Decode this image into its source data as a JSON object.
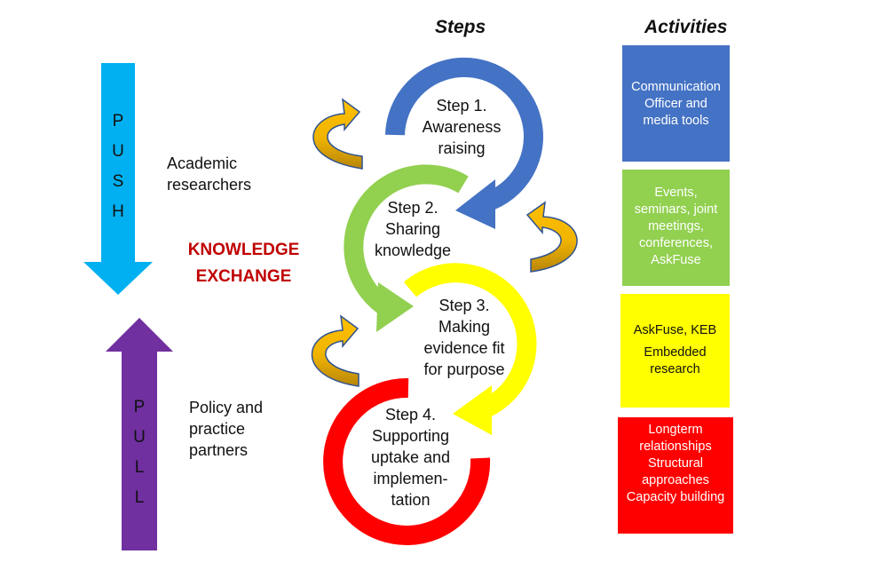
{
  "headers": {
    "steps": "Steps",
    "activities": "Activities"
  },
  "push": {
    "letters": [
      "P",
      "U",
      "S",
      "H"
    ],
    "label": [
      "Academic",
      "researchers"
    ],
    "color": "#00b0f0"
  },
  "pull": {
    "letters": [
      "P",
      "U",
      "L",
      "L"
    ],
    "label": [
      "Policy and",
      "practice",
      "partners"
    ],
    "color": "#7030a0"
  },
  "knowledge_exchange": [
    "KNOWLEDGE",
    "EXCHANGE"
  ],
  "steps": [
    {
      "lines": [
        "Step 1.",
        "Awareness",
        "raising"
      ],
      "color": "#4472c4"
    },
    {
      "lines": [
        "Step 2.",
        "Sharing",
        "knowledge"
      ],
      "color": "#92d050"
    },
    {
      "lines": [
        "Step 3.",
        "Making",
        "evidence fit",
        "for purpose"
      ],
      "color": "#ffff00"
    },
    {
      "lines": [
        "Step 4.",
        "Supporting",
        "uptake and",
        "implemen-",
        "tation"
      ],
      "color": "#ff0000"
    }
  ],
  "activities": [
    {
      "lines": [
        "Communication",
        "Officer and",
        "media tools"
      ],
      "color": "#4472c4"
    },
    {
      "lines": [
        "Events,",
        "seminars, joint",
        "meetings,",
        "conferences,",
        "AskFuse"
      ],
      "color": "#92d050"
    },
    {
      "lines": [
        "AskFuse, KEB",
        "",
        "Embedded",
        "research"
      ],
      "color": "#ffff00"
    },
    {
      "lines": [
        "Longterm",
        "relationships",
        "Structural",
        "approaches",
        "Capacity building"
      ],
      "color": "#ff0000"
    }
  ],
  "curved_arrow_color": "#f0b400"
}
